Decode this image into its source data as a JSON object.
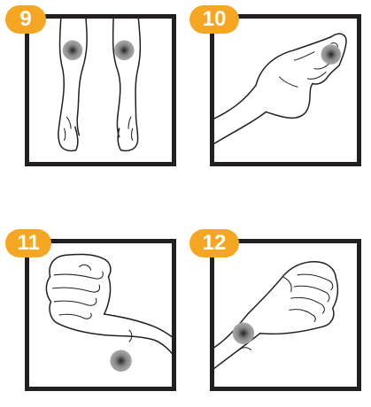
{
  "steps": [
    {
      "number": "9"
    },
    {
      "number": "10"
    },
    {
      "number": "11"
    },
    {
      "number": "12"
    }
  ],
  "colors": {
    "badge": "#f5a623",
    "frame": "#231f20",
    "point": "#808080"
  },
  "icons": {
    "point_marker": "acupressure-point-icon"
  }
}
